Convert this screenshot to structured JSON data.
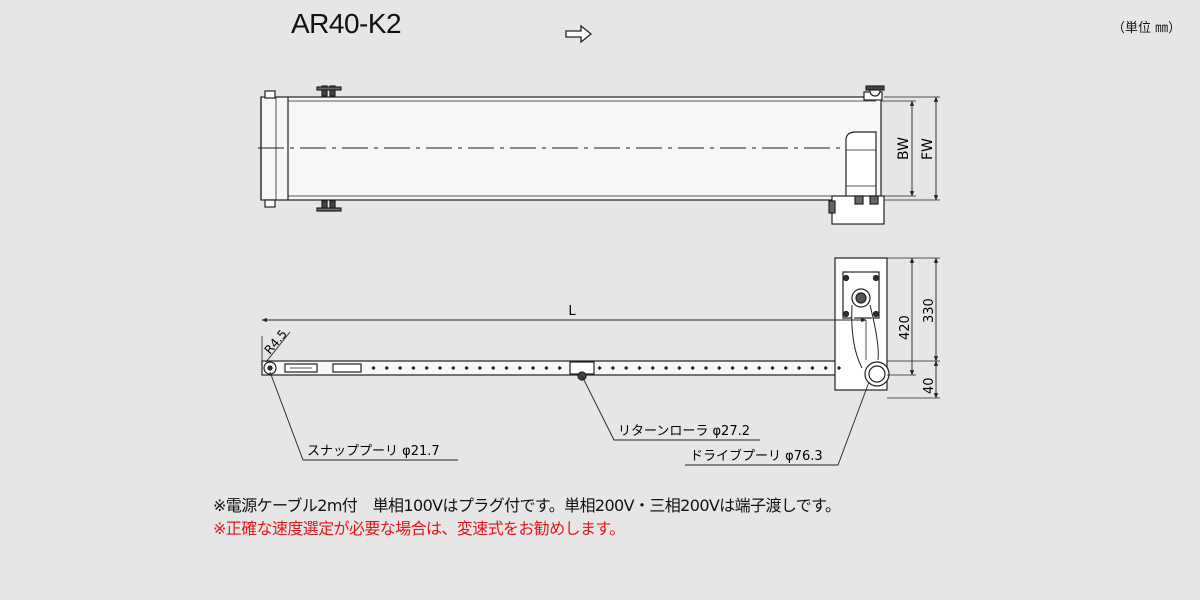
{
  "header": {
    "model": "AR40-K2",
    "direction_arrow_icon": "right-arrow-outline-icon",
    "unit": "（単位 ㎜）"
  },
  "dimensions": {
    "bw": "BW",
    "fw": "FW",
    "length": "L",
    "radius": "R4.5",
    "height_420": "420",
    "height_330": "330",
    "height_40": "40"
  },
  "callouts": {
    "snap_pulley": "スナッププーリ φ21.7",
    "return_roller": "リターンローラ φ27.2",
    "drive_pulley": "ドライブプーリ φ76.3"
  },
  "notes": {
    "line1": "※電源ケーブル2m付　単相100Vはプラグ付です。単相200V・三相200Vは端子渡しです。",
    "line2": "※正確な速度選定が必要な場合は、変速式をお勧めします。"
  },
  "colors": {
    "background": "#e6e6e6",
    "line": "#222222",
    "fill": "#f7f7f7",
    "note_red": "#e8141b"
  }
}
